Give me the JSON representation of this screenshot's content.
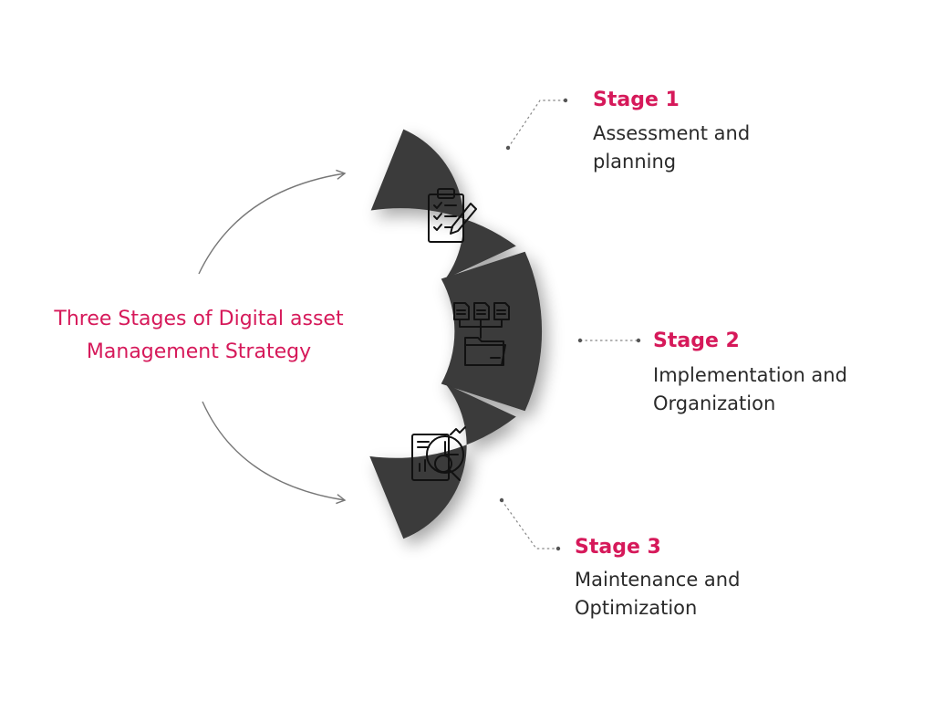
{
  "title": {
    "line1": "Three Stages of Digital asset",
    "line2": "Management Strategy"
  },
  "stages": [
    {
      "heading": "Stage 1",
      "desc_line1": "Assessment and",
      "desc_line2": "planning",
      "icon": "clipboard-checklist-icon"
    },
    {
      "heading": "Stage 2",
      "desc_line1": "Implementation and",
      "desc_line2": "Organization",
      "icon": "folder-documents-icon"
    },
    {
      "heading": "Stage 3",
      "desc_line1": "Maintenance and",
      "desc_line2": "Optimization",
      "icon": "analytics-magnifier-icon"
    }
  ],
  "colors": {
    "accent": "#d6195a",
    "segment": "#3a3a3a",
    "text": "#2a2a2a",
    "connector": "#777777"
  }
}
